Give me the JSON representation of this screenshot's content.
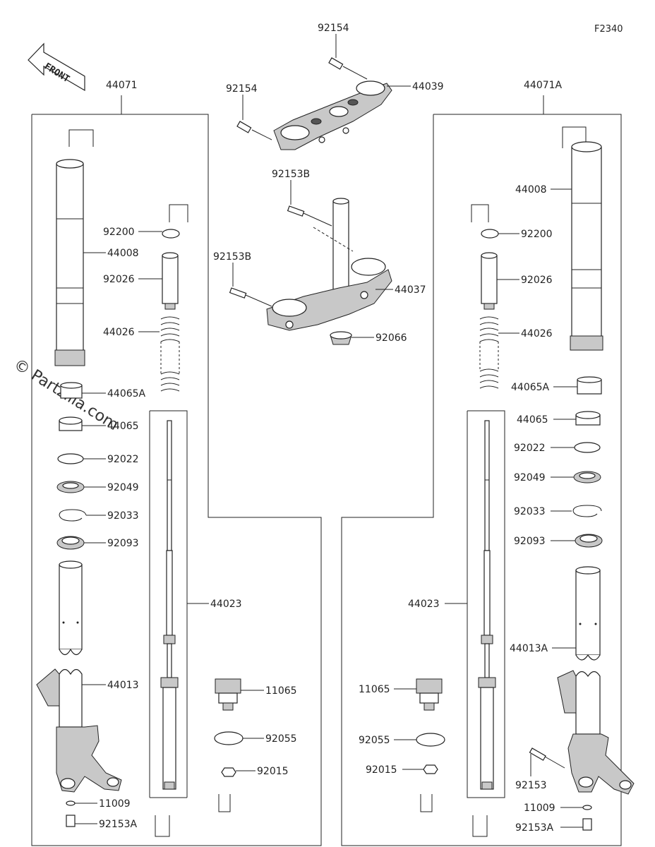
{
  "diagram_code": "F2340",
  "front_label": "FRONT",
  "watermark": "© Partzilla.com",
  "labels": {
    "l_44071": "44071",
    "l_44071A": "44071A",
    "l_92154_top": "92154",
    "l_92154_left": "92154",
    "l_44039": "44039",
    "l_92153B_top": "92153B",
    "l_92153B_left": "92153B",
    "l_44037": "44037",
    "l_92066": "92066",
    "L_92200": "92200",
    "L_44008": "44008",
    "L_92026": "92026",
    "L_44026": "44026",
    "L_44065A": "44065A",
    "L_44065": "44065",
    "L_92022": "92022",
    "L_92049": "92049",
    "L_92033": "92033",
    "L_92093": "92093",
    "L_44013": "44013",
    "L_11009": "11009",
    "L_92153A": "92153A",
    "L_44023": "44023",
    "L_11065": "11065",
    "L_92055": "92055",
    "L_92015": "92015",
    "R_44008": "44008",
    "R_92200": "92200",
    "R_92026": "92026",
    "R_44026": "44026",
    "R_44065A": "44065A",
    "R_44065": "44065",
    "R_92022": "92022",
    "R_92049": "92049",
    "R_92033": "92033",
    "R_92093": "92093",
    "R_44023": "44023",
    "R_44013A": "44013A",
    "R_11065": "11065",
    "R_92055": "92055",
    "R_92015": "92015",
    "R_92153": "92153",
    "R_11009": "11009",
    "R_92153A": "92153A"
  }
}
